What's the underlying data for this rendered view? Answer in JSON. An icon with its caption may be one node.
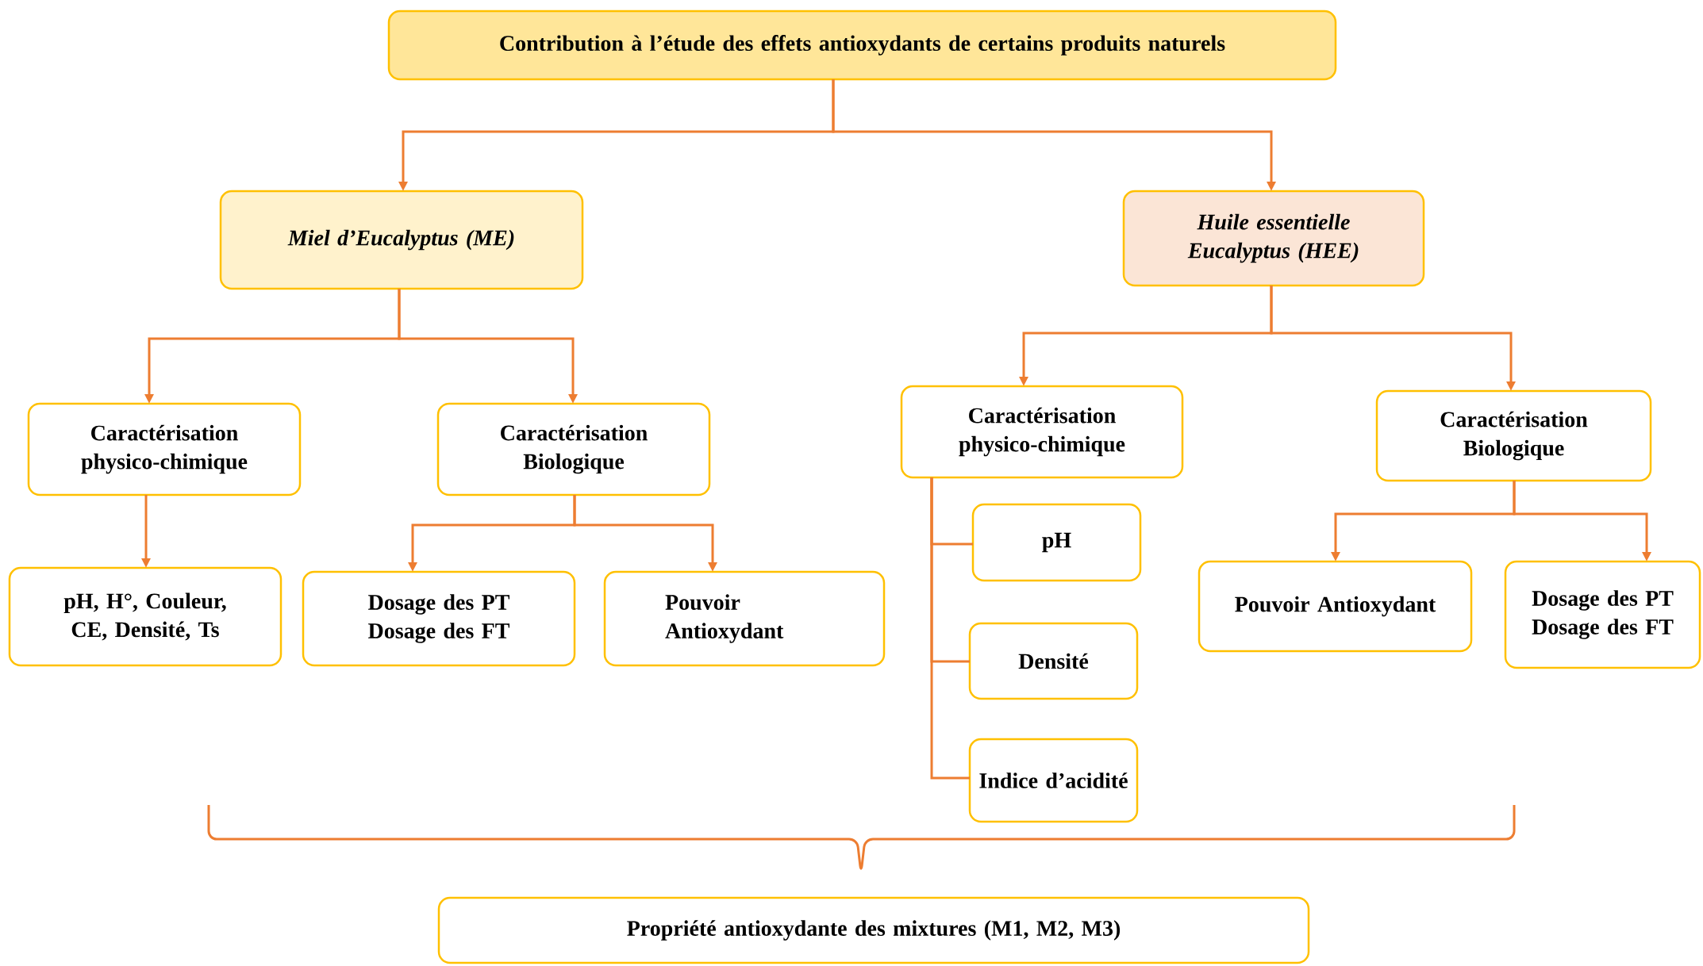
{
  "diagram": {
    "nodes": [
      {
        "text": [
          "Contribution à l’étude des effets antioxydants de certains produits naturels"
        ]
      },
      {
        "text": [
          "Miel d’Eucalyptus (ME)"
        ]
      },
      {
        "text": [
          "Huile essentielle Eucalyptus (HEE)"
        ]
      },
      {
        "text": [
          "Caractérisation physico-chimique"
        ]
      },
      {
        "text": [
          "Caractérisation Biologique"
        ]
      },
      {
        "text": [
          "pH, H°, Couleur, CE, Densité, Ts"
        ]
      },
      {
        "text": [
          "Dosage des PT Dosage des FT"
        ]
      },
      {
        "text": [
          "Pouvoir Antioxydant"
        ]
      },
      {
        "text": [
          "Caractérisation physico-chimique"
        ]
      },
      {
        "text": [
          "Caractérisation Biologique"
        ]
      },
      {
        "text": [
          "pH"
        ]
      },
      {
        "text": [
          "Densité"
        ]
      },
      {
        "text": [
          "Indice d’acidité"
        ]
      },
      {
        "text": [
          "Pouvoir Antioxydant"
        ]
      },
      {
        "text": [
          "Dosage des PT Dosage des FT"
        ]
      },
      {
        "text": [
          "Propriété antioxydante des mixtures (M1, M2, M3)"
        ]
      }
    ],
    "edges": [
      {
        "from": 0,
        "to": 1,
        "arrow": "to"
      },
      {
        "from": 0,
        "to": 2,
        "arrow": "to"
      },
      {
        "from": 1,
        "to": 3,
        "arrow": "to"
      },
      {
        "from": 1,
        "to": 4,
        "arrow": "to"
      },
      {
        "from": 3,
        "to": 5,
        "arrow": "to"
      },
      {
        "from": 4,
        "to": 6,
        "arrow": "to"
      },
      {
        "from": 4,
        "to": 7,
        "arrow": "to"
      },
      {
        "from": 2,
        "to": 8,
        "arrow": "to"
      },
      {
        "from": 2,
        "to": 9,
        "arrow": "to"
      },
      {
        "from": 8,
        "to": 10,
        "arrow": "none"
      },
      {
        "from": 8,
        "to": 11,
        "arrow": "none"
      },
      {
        "from": 8,
        "to": 12,
        "arrow": "none"
      },
      {
        "from": 9,
        "to": 13,
        "arrow": "to"
      },
      {
        "from": 9,
        "to": 14,
        "arrow": "to"
      }
    ]
  }
}
